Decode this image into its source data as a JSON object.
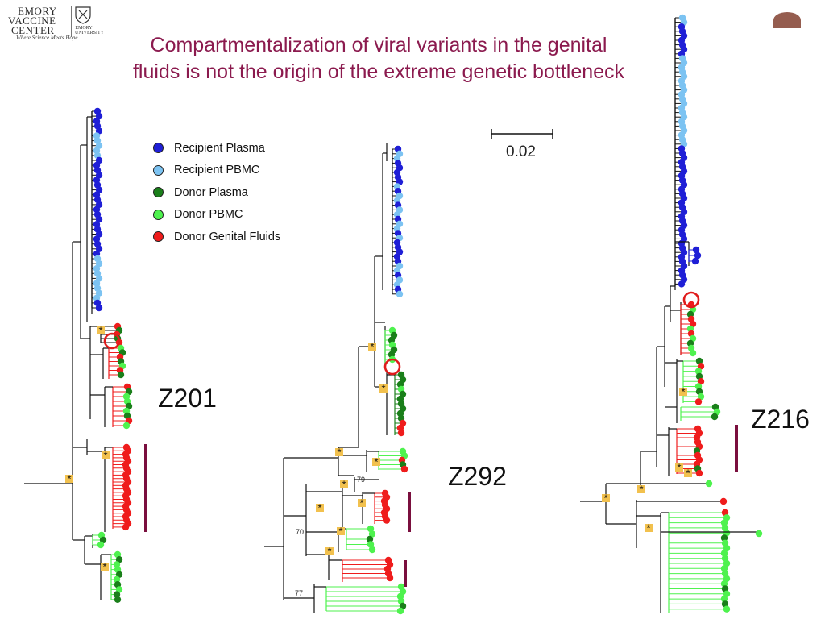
{
  "logo": {
    "line1": "EMORY",
    "line2": "VACCINE",
    "line3": "CENTER",
    "tagline": "Where Science Meets Hope.",
    "university": "EMORY UNIVERSITY"
  },
  "title": {
    "line1": "Compartmentalization of viral variants in the genital",
    "line2": "fluids is not the origin of the extreme genetic bottleneck"
  },
  "legend": {
    "items": [
      {
        "label": "Recipient Plasma",
        "color": "#1f1fd6"
      },
      {
        "label": "Recipient PBMC",
        "color": "#7cc3f2"
      },
      {
        "label": "Donor Plasma",
        "color": "#1a7f1a"
      },
      {
        "label": "Donor PBMC",
        "color": "#4ef24e"
      },
      {
        "label": "Donor Genital Fluids",
        "color": "#ef1c1c"
      }
    ]
  },
  "scale_bar": {
    "label": "0.02"
  },
  "trees": [
    {
      "name": "Z201"
    },
    {
      "name": "Z292",
      "bootstrap_labels": [
        "79",
        "70",
        "77"
      ]
    },
    {
      "name": "Z216"
    }
  ],
  "colors": {
    "title": "#8b1a4e",
    "bracket": "#7a0f3e",
    "branch": "#111111",
    "star": "#f2c14e"
  }
}
